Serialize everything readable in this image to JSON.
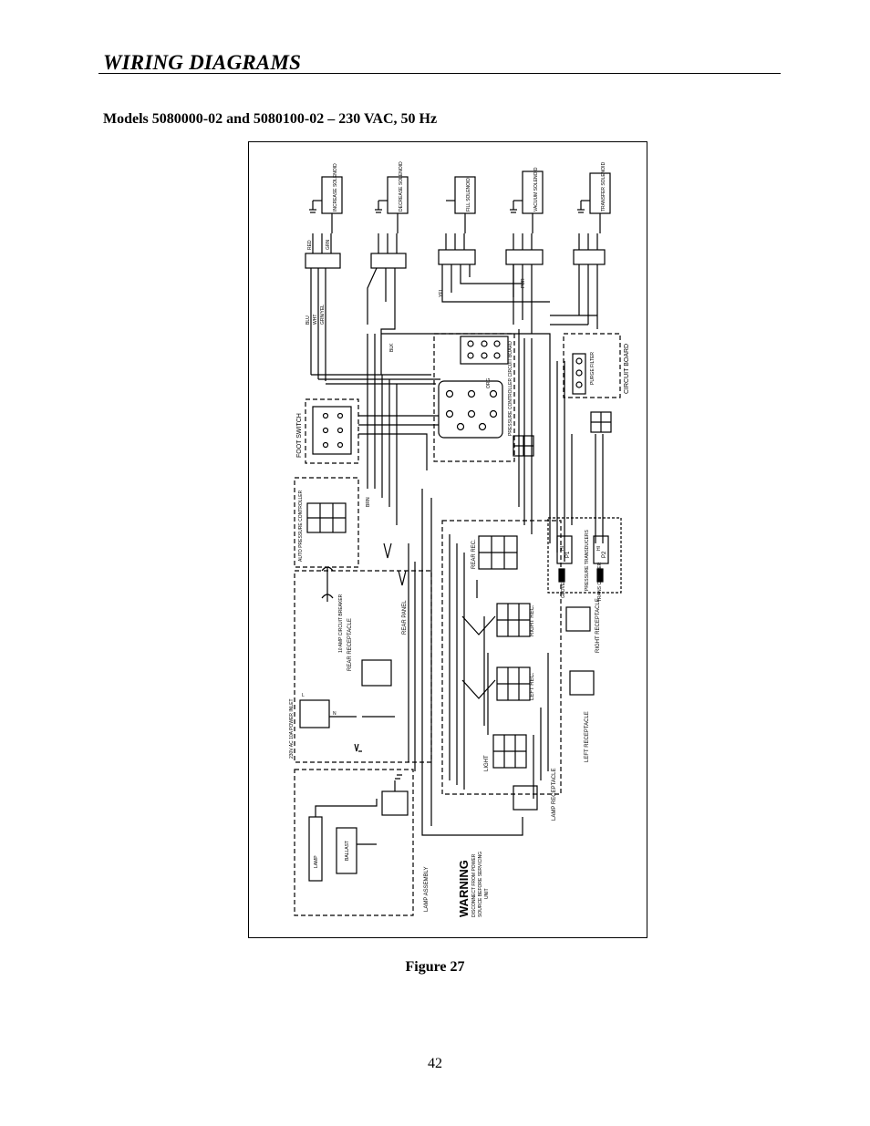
{
  "header": {
    "section_title": "WIRING DIAGRAMS",
    "subtitle": "Models 5080000-02 and 5080100-02 – 230 VAC, 50 Hz"
  },
  "figure": {
    "caption": "Figure 27",
    "labels": {
      "increase_solenoid": "INCREASE SOLENOID",
      "decrease_solenoid": "DECREASE SOLENOID",
      "fill_solenoid": "FILL SOLENOID",
      "vacuum_solenoid": "VACUUM SOLENOID",
      "transfer_solenoid": "TRANSFER SOLENOID",
      "foot_switch": "FOOT SWITCH",
      "circuit_board": "CIRCUIT BOARD",
      "pressure_controller_board": "PRESSURE CONTROLLER CIRCUIT BOARD",
      "purge_filter": "PURGE FILTER",
      "auto_pressure_controller": "AUTO PRESSURE CONTROLLER",
      "circuit_breaker": "10 AMP CIRCUIT BREAKER",
      "rear_receptacle": "REAR RECEPTACLE",
      "rear_panel": "REAR PANEL",
      "power_inlet": "230V AC 10A POWER INLET",
      "rear_rec": "REAR REC.",
      "right_rec": "RIGHT REC.",
      "left_rec": "LEFT REC.",
      "light": "LIGHT",
      "right_receptacle": "RIGHT RECEPTACLE",
      "left_receptacle": "LEFT RECEPTACLE",
      "lamp_receptacle": "LAMP RECEPTACLE",
      "pressure_transducers": "PRESSURE TRANSDUCERS",
      "glove_box": "GLOVE BOX",
      "trans_chamber": "TRANS CHAMBER",
      "p1": "P1",
      "p2": "P2",
      "hi": "HI",
      "lamp_assembly": "LAMP ASSEMBLY",
      "lamp": "LAMP",
      "ballast": "BALLAST",
      "warning_title": "WARNING",
      "warning_text_1": "DISCONNECT FROM POWER",
      "warning_text_2": "SOURCE BEFORE SERVICING",
      "warning_text_3": "UNIT",
      "wire_blu": "BLU",
      "wire_wht": "WHT",
      "wire_red": "RED",
      "wire_grn": "GRN",
      "wire_blk": "BLK",
      "wire_brn": "BRN",
      "wire_yel": "YEL",
      "wire_org": "ORG",
      "wire_pur": "PUR",
      "wire_grnyel": "GRN/YEL",
      "n": "N",
      "l": "L"
    }
  },
  "footer": {
    "page_number": "42"
  }
}
